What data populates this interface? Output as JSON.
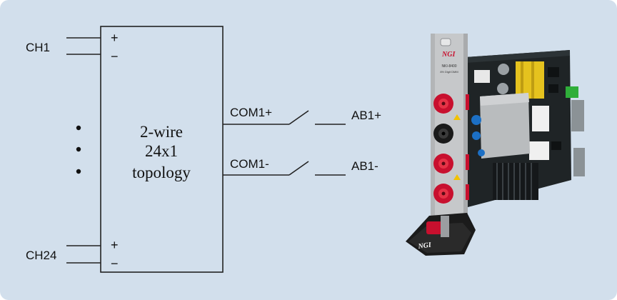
{
  "diagram": {
    "inputs": {
      "first": "CH1",
      "last": "CH24"
    },
    "polarity": {
      "plus": "+",
      "minus": "−"
    },
    "block_text": [
      "2-wire",
      "24x1",
      "topology"
    ],
    "common": {
      "plus": "COM1+",
      "minus": "COM1-"
    },
    "bus": {
      "plus": "AB1+",
      "minus": "AB1-"
    }
  },
  "product": {
    "brand": "NGI",
    "model": "NKI-8400",
    "subtitle": "8½ Digit DMM",
    "handle_brand": "NGI"
  },
  "colors": {
    "background": "#d2dfec",
    "line": "#222222",
    "terminal_red": "#c8102e",
    "terminal_black": "#1a1a1a",
    "pcb": "#1f2426"
  }
}
